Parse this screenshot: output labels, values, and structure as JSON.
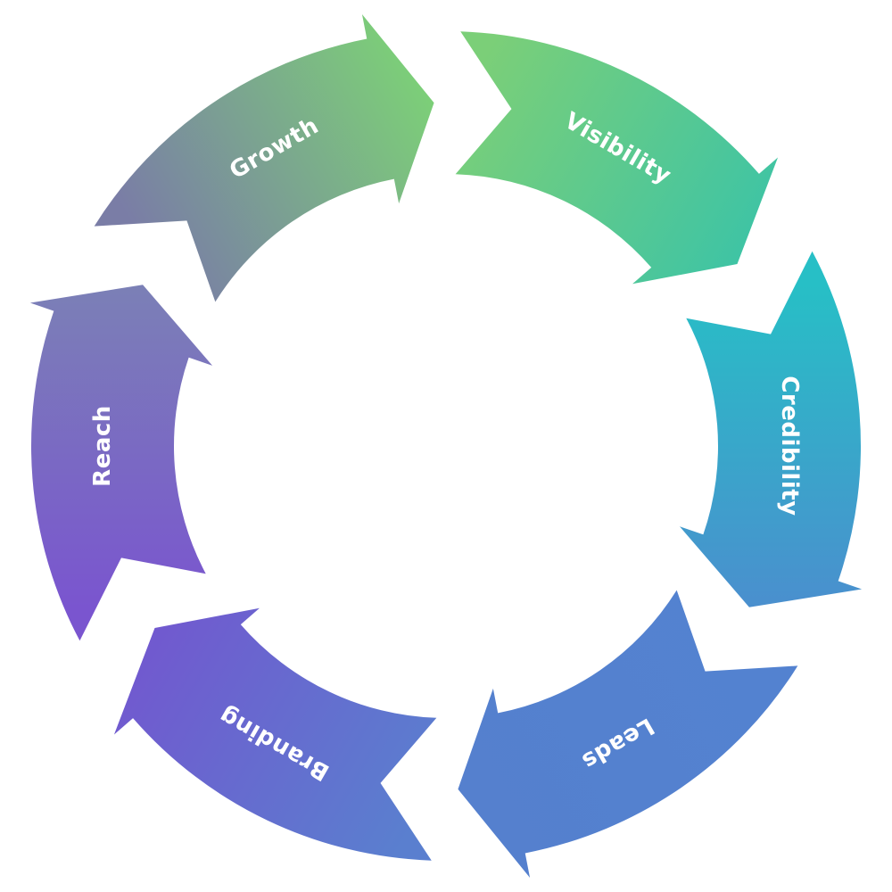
{
  "diagram": {
    "type": "cycle",
    "direction": "clockwise",
    "segments": [
      {
        "id": "growth",
        "label": "Growth",
        "color_start": "#7a7da6",
        "color_end": "#7ccf78"
      },
      {
        "id": "visibility",
        "label": "Visibility",
        "color_start": "#7bcf78",
        "color_end": "#3fc4a4"
      },
      {
        "id": "credibility",
        "label": "Credibility",
        "color_start": "#27bfc6",
        "color_end": "#4a8fce"
      },
      {
        "id": "leads",
        "label": "Leads",
        "color_start": "#5382d0",
        "color_end": "#5580ce"
      },
      {
        "id": "branding",
        "label": "Branding",
        "color_start": "#5a7fcf",
        "color_end": "#7159cf"
      },
      {
        "id": "reach",
        "label": "Reach",
        "color_start": "#7a55cf",
        "color_end": "#7b80b6"
      }
    ]
  }
}
